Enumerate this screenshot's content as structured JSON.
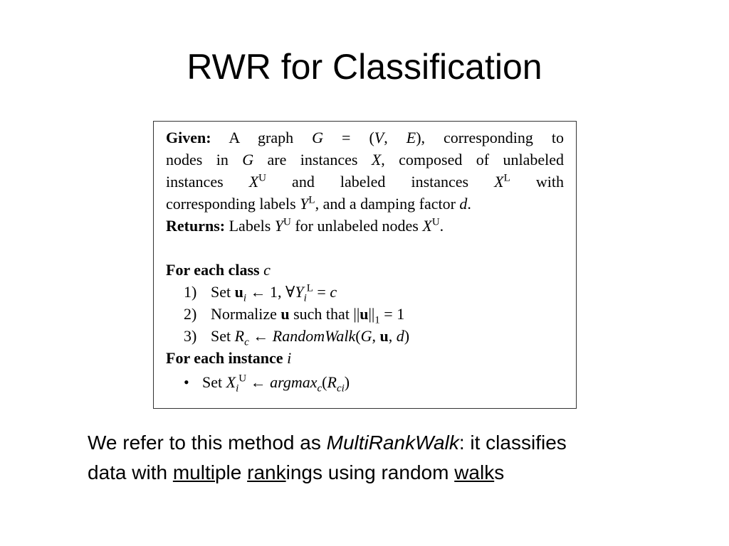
{
  "title": "RWR for Classification",
  "algorithm": {
    "given_label": "Given:",
    "given_lines": [
      "A graph G = (V, E), corresponding to",
      "nodes in G are instances X, composed of unlabeled",
      "instances X^U and labeled instances X^L with",
      "corresponding labels Y^L, and a damping factor d."
    ],
    "returns_label": "Returns:",
    "returns_text": "Labels Y^U for unlabeled nodes X^U.",
    "for_class_label": "For each class",
    "for_class_var": "c",
    "steps": [
      {
        "num": "1)",
        "text": "Set u_i ← 1, ∀Y_i^L = c"
      },
      {
        "num": "2)",
        "text": "Normalize u such that ||u||_1 = 1"
      },
      {
        "num": "3)",
        "text": "Set R_c ← RandomWalk(G, u, d)"
      }
    ],
    "for_instance_label": "For each instance",
    "for_instance_var": "i",
    "bullet_text": "Set X_i^U ← argmax_c(R_ci)"
  },
  "caption": {
    "text_before": "We refer to this method as ",
    "method_name": "MultiRankWalk",
    "text_after": ": it classifies",
    "line2_a": "data with ",
    "multi": "multi",
    "line2_b": "ple ",
    "rank": "rank",
    "line2_c": "ings using random ",
    "walk": "walk",
    "line2_d": "s"
  }
}
